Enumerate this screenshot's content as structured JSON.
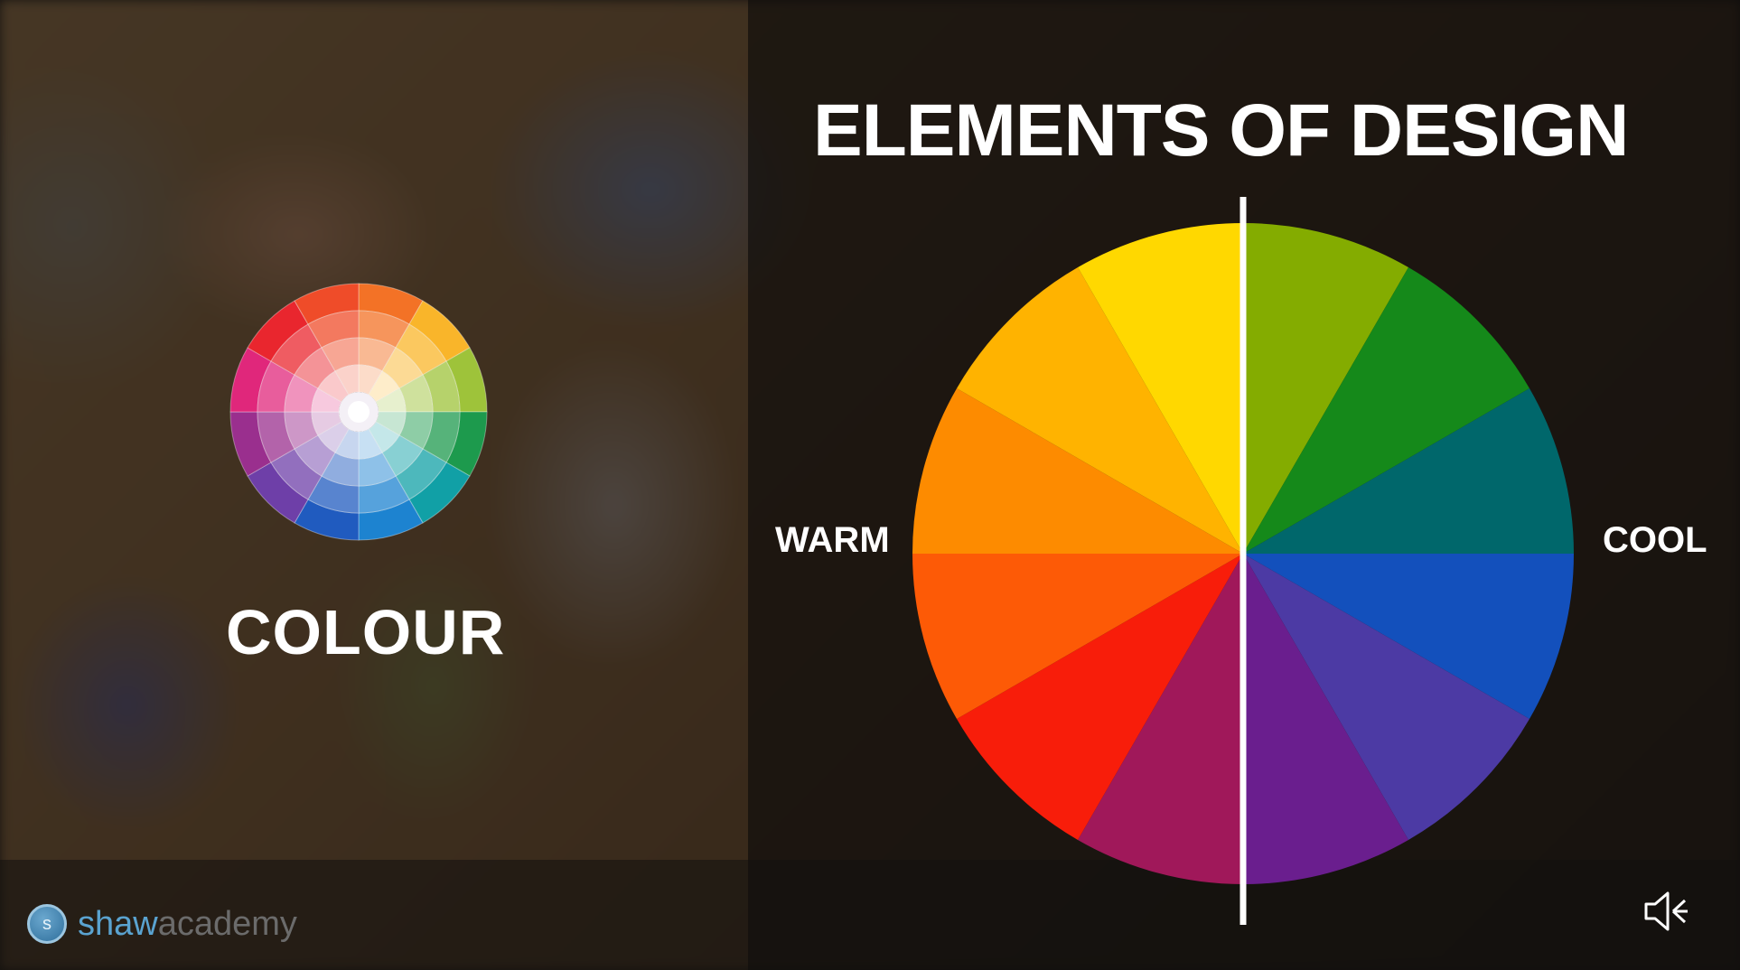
{
  "slide": {
    "title": "ELEMENTS OF DESIGN",
    "warm_label": "WARM",
    "cool_label": "COOL",
    "topic_label": "COLOUR"
  },
  "branding": {
    "logo_letter": "s",
    "name_part1": "shaw",
    "name_part2": "academy",
    "colors": {
      "primary": "#5aa3d0",
      "secondary": "#6b6b6b"
    }
  },
  "player": {
    "sound_icon": "speaker-muted-icon"
  },
  "big_wheel": {
    "colors": [
      "#84ac00",
      "#15891a",
      "#00676b",
      "#1350bc",
      "#4c3aa4",
      "#6a1e8e",
      "#a0185a",
      "#f81d0a",
      "#fd5a06",
      "#fd8b00",
      "#ffb300",
      "#ffd800"
    ]
  },
  "small_wheel": {
    "colors": [
      "#f37226",
      "#f9b52a",
      "#9ec33a",
      "#1d9a4d",
      "#11a0a6",
      "#1d83d0",
      "#205bbf",
      "#6e3fa8",
      "#9a2f8e",
      "#e0277b",
      "#e9262e",
      "#ef4c29"
    ]
  }
}
